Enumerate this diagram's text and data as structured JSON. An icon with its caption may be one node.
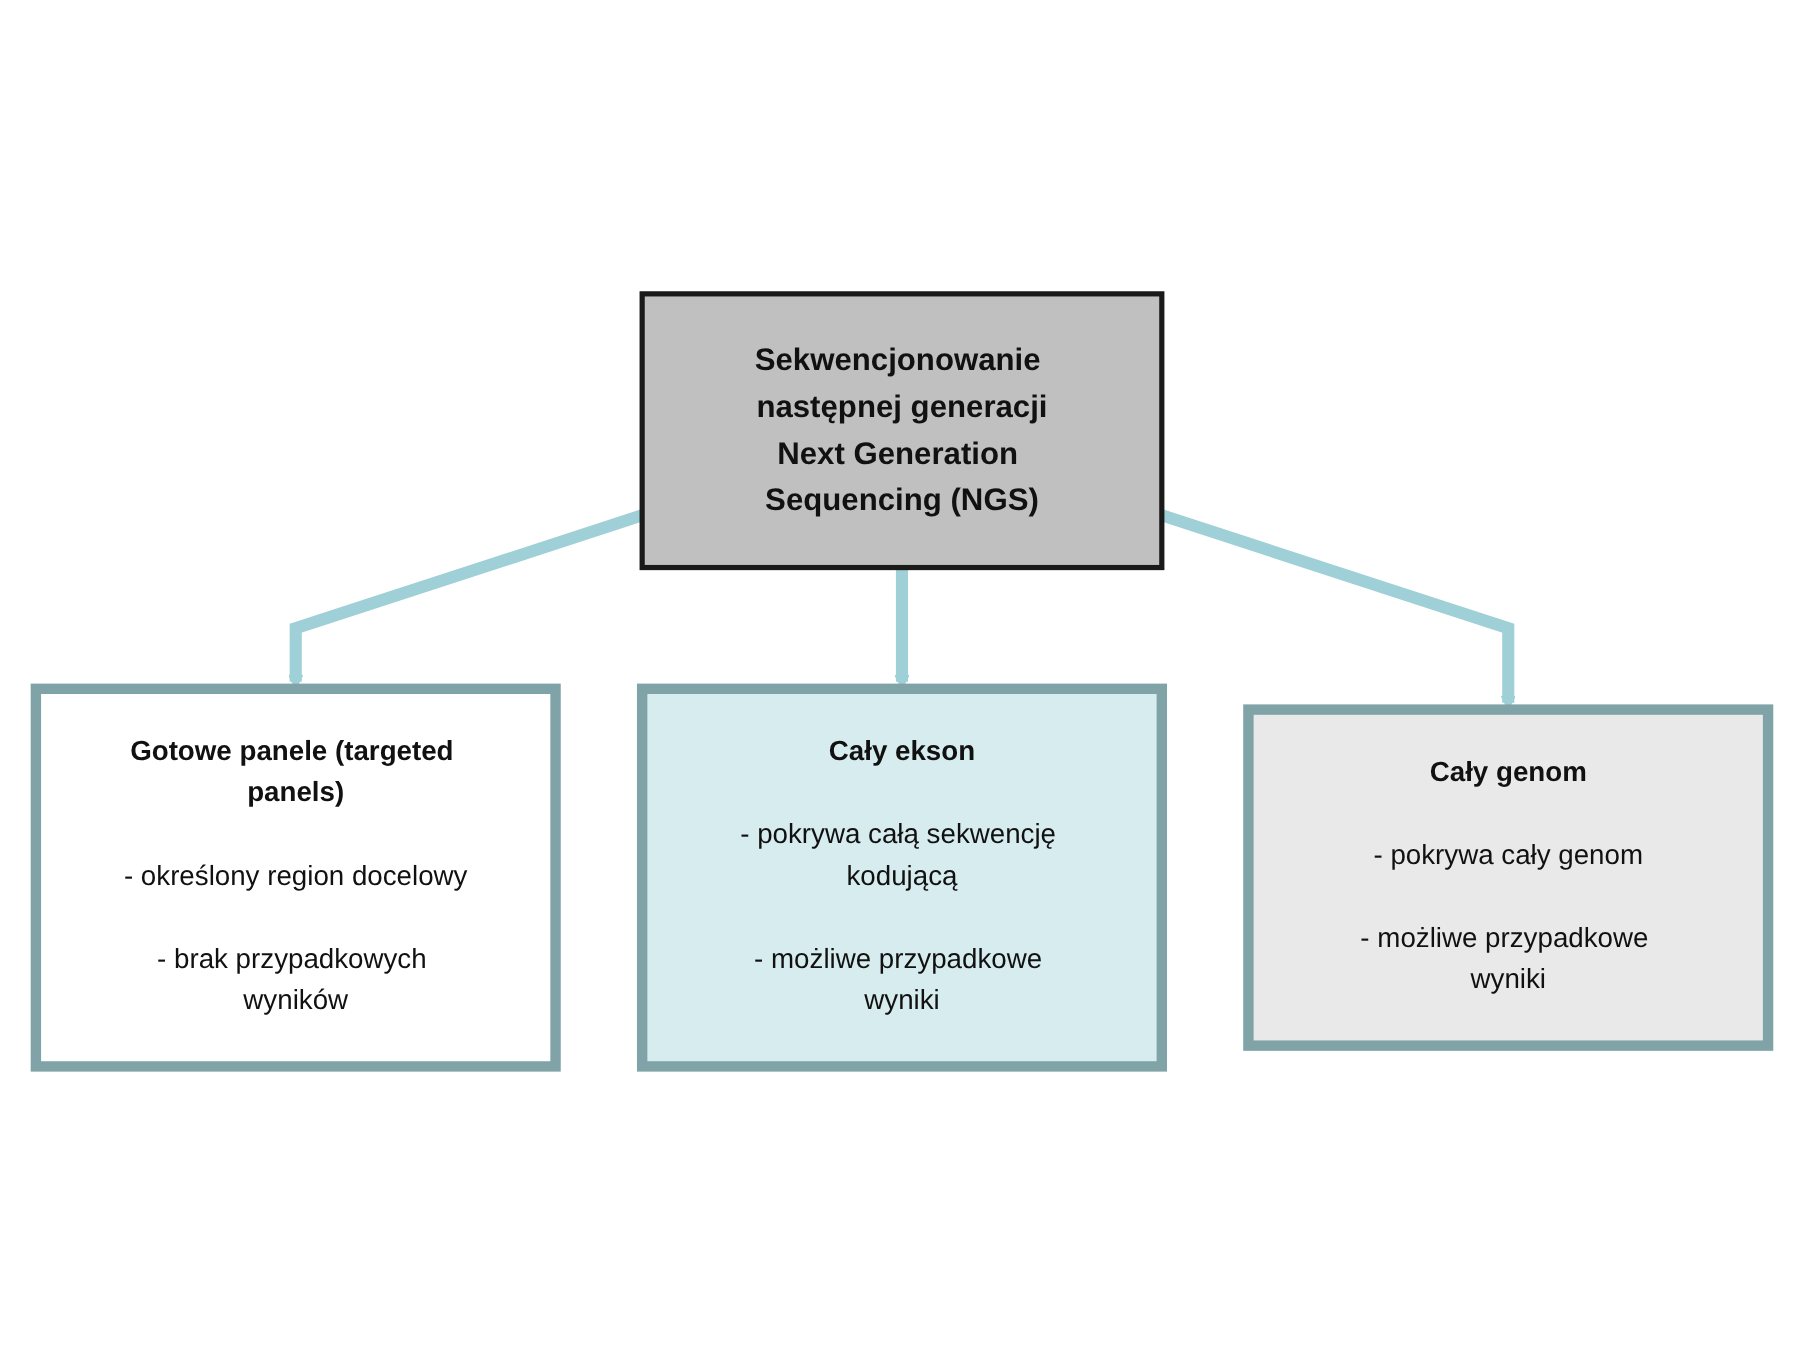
{
  "diagram": {
    "nodes": [
      {
        "text": [
          "Sekwencjonowanie następnej generacji",
          "Next Generation Sequencing (NGS)"
        ]
      },
      {
        "text": [
          "Gotowe panele (targeted panels)",
          "- określony region docelowy",
          "- brak przypadkowych wyników"
        ]
      },
      {
        "text": [
          "Cały ekson",
          "- pokrywa całą sekwencję kodującą",
          "- możliwe przypadkowe wyniki"
        ]
      },
      {
        "text": [
          "Cały genom",
          "- pokrywa cały genom",
          "- możliwe przypadkowe wyniki"
        ]
      }
    ],
    "edges": [
      {
        "from": 0,
        "to": 1,
        "arrow": "to"
      },
      {
        "from": 0,
        "to": 2,
        "arrow": "to"
      },
      {
        "from": 0,
        "to": 3,
        "arrow": "to"
      }
    ]
  }
}
